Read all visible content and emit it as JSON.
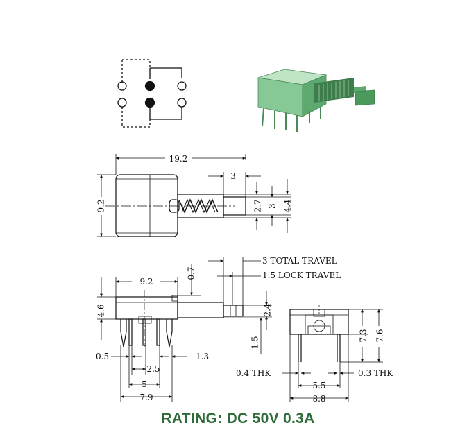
{
  "colors": {
    "rating": "#2e6b3a",
    "body_green": "#7cc48c",
    "line": "#111111"
  },
  "top_view": {
    "dim_width": "19.2",
    "dim_height": "9.2",
    "dim_stroke": "3",
    "dim_actuator": "2.7",
    "dim_3": "3",
    "dim_4_4": "4.4"
  },
  "side_view": {
    "dim_9_2": "9.2",
    "dim_0_7": "0.7",
    "dim_4_6": "4.6",
    "total_travel": "3 TOTAL TRAVEL",
    "lock_travel": "1.5 LOCK TRAVEL",
    "dim_2_4": "2.4",
    "dim_1_5": "1.5",
    "dim_0_5": "0.5",
    "dim_1_3": "1.3",
    "dim_2_5": "2.5",
    "dim_5": "5",
    "dim_7_9": "7.9"
  },
  "end_view": {
    "dim_7_3": "7.3",
    "dim_7_6": "7.6",
    "thk_left": "0.4 THK",
    "thk_right": "0.3 THK",
    "dim_5_5": "5.5",
    "dim_8_8": "8.8"
  },
  "rating": "RATING: DC 50V 0.3A"
}
